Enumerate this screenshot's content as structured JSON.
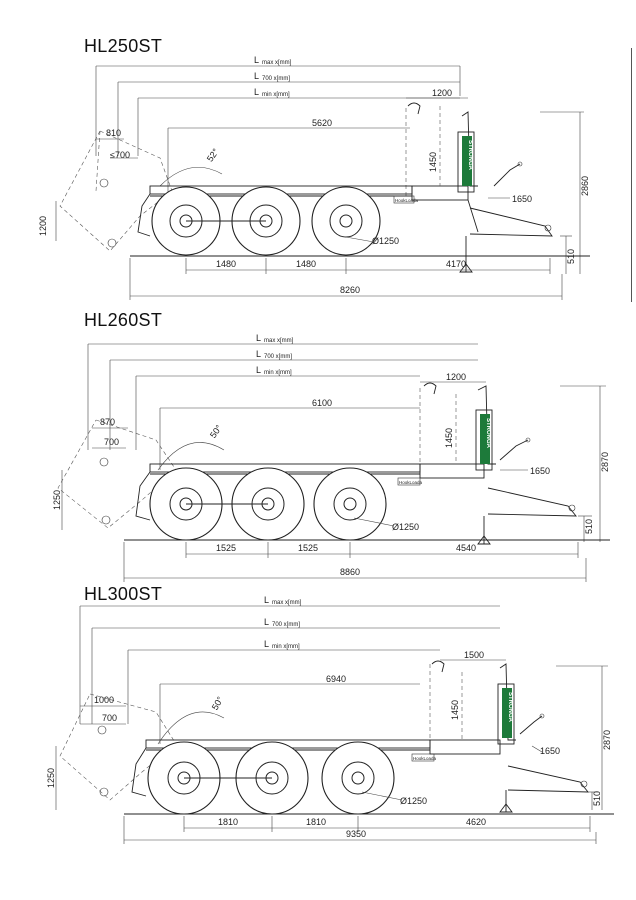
{
  "panels": [
    {
      "model": "HL250ST",
      "l_max": "L",
      "l_max_sub": "max x[mm]",
      "l_700": "L",
      "l_700_sub": "700 x[mm]",
      "l_min": "L",
      "l_min_sub": "min x[mm]",
      "body_len": "5620",
      "top_right": "1200",
      "tilt_x": "810",
      "tilt_y": "≤700",
      "angle": "52°",
      "rear_h": "1200",
      "hook_h": "1450",
      "total_h": "2860",
      "drawbar": "1650",
      "hitch_h": "510",
      "wheel": "Ø1250",
      "ax1": "1480",
      "ax2": "1480",
      "ax3": "4170",
      "total_len": "8260",
      "logo": "STRONGA",
      "brand": "HookLoada"
    },
    {
      "model": "HL260ST",
      "l_max": "L",
      "l_max_sub": "max x[mm]",
      "l_700": "L",
      "l_700_sub": "700 x[mm]",
      "l_min": "L",
      "l_min_sub": "min x[mm]",
      "body_len": "6100",
      "top_right": "1200",
      "tilt_x": "870",
      "tilt_y": "700",
      "angle": "50°",
      "rear_h": "1250",
      "hook_h": "1450",
      "total_h": "2870",
      "drawbar": "1650",
      "hitch_h": "510",
      "wheel": "Ø1250",
      "ax1": "1525",
      "ax2": "1525",
      "ax3": "4540",
      "total_len": "8860",
      "logo": "STRONGA",
      "brand": "HookLoada"
    },
    {
      "model": "HL300ST",
      "l_max": "L",
      "l_max_sub": "max x[mm]",
      "l_700": "L",
      "l_700_sub": "700 x[mm]",
      "l_min": "L",
      "l_min_sub": "min x[mm]",
      "body_len": "6940",
      "top_right": "1500",
      "tilt_x": "1000",
      "tilt_y": "700",
      "angle": "50°",
      "rear_h": "1250",
      "hook_h": "1450",
      "total_h": "2870",
      "drawbar": "1650",
      "hitch_h": "510",
      "wheel": "Ø1250",
      "ax1": "1810",
      "ax2": "1810",
      "ax3": "4620",
      "total_len": "9350",
      "logo": "STRONGA",
      "brand": "HookLoada"
    }
  ]
}
